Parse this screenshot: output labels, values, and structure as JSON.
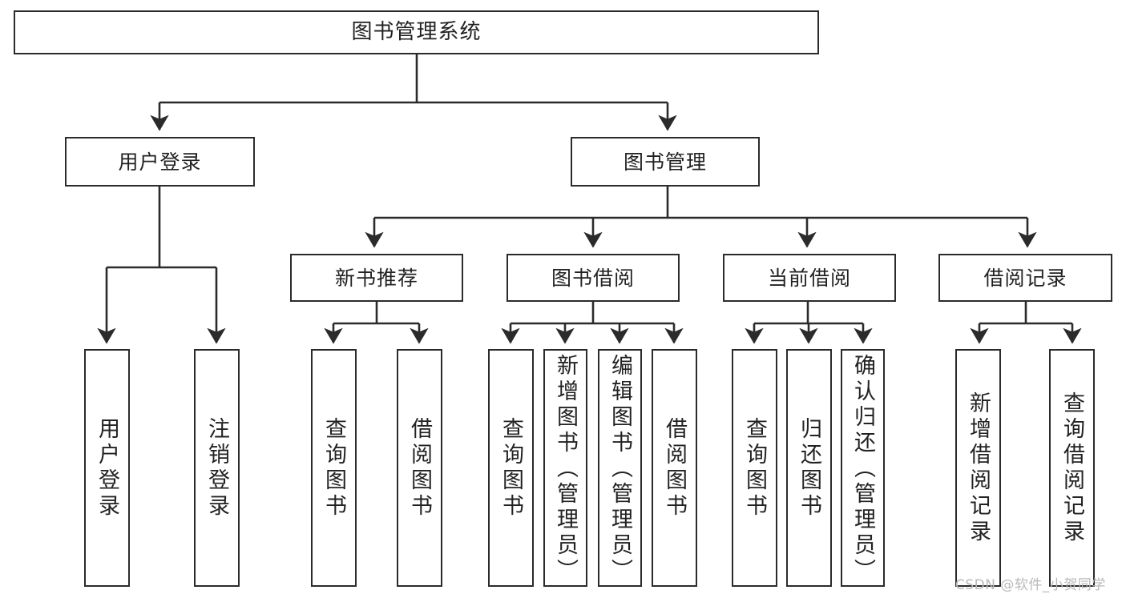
{
  "diagram": {
    "title": "图书管理系统",
    "type": "tree-hierarchy",
    "watermark": "CSDN @软件_小贺同学",
    "colors": {
      "stroke": "#2b2b2b",
      "fill": "#ffffff",
      "text": "#222222",
      "watermark": "#b9b9b9"
    },
    "nodes": {
      "root": {
        "label": "图书管理系统"
      },
      "level2": [
        {
          "id": "user-login",
          "label": "用户登录"
        },
        {
          "id": "book-manage",
          "label": "图书管理"
        }
      ],
      "level3": [
        {
          "id": "new-book-rec",
          "label": "新书推荐"
        },
        {
          "id": "book-borrow",
          "label": "图书借阅"
        },
        {
          "id": "current-borrow",
          "label": "当前借阅"
        },
        {
          "id": "borrow-record",
          "label": "借阅记录"
        }
      ],
      "leaves": {
        "user_login": [
          {
            "id": "leaf-user-login",
            "label": "用户登录"
          },
          {
            "id": "leaf-logout-login",
            "label": "注销登录"
          }
        ],
        "new_book_rec": [
          {
            "id": "leaf-query-book-1",
            "label": "查询图书"
          },
          {
            "id": "leaf-borrow-book-1",
            "label": "借阅图书"
          }
        ],
        "book_borrow": [
          {
            "id": "leaf-query-book-2",
            "label": "查询图书"
          },
          {
            "id": "leaf-add-book",
            "label": "新增图书（管理员）"
          },
          {
            "id": "leaf-edit-book",
            "label": "编辑图书（管理员）"
          },
          {
            "id": "leaf-borrow-book-2",
            "label": "借阅图书"
          }
        ],
        "current_borrow": [
          {
            "id": "leaf-query-book-3",
            "label": "查询图书"
          },
          {
            "id": "leaf-return-book",
            "label": "归还图书"
          },
          {
            "id": "leaf-confirm-return",
            "label": "确认归还（管理员）"
          }
        ],
        "borrow_record": [
          {
            "id": "leaf-add-record",
            "label": "新增借阅记录"
          },
          {
            "id": "leaf-query-record",
            "label": "查询借阅记录"
          }
        ]
      }
    }
  }
}
